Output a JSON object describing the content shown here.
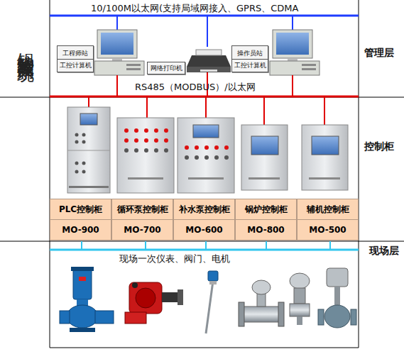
{
  "diagram": {
    "title": "锅炉房智能控制系统",
    "nodes": [
      {
        "text": [
          "工程师站",
          "工控计算机"
        ]
      },
      {
        "text": [
          "网络打印机"
        ]
      },
      {
        "text": [
          "操作员站",
          "工控计算机"
        ]
      },
      {
        "text": [
          "PLC控制柜"
        ]
      },
      {
        "text": [
          "循环泵控制柜"
        ]
      },
      {
        "text": [
          "补水泵控制柜"
        ]
      },
      {
        "text": [
          "锅炉控制柜"
        ]
      },
      {
        "text": [
          "辅机控制柜"
        ]
      },
      {
        "text": [
          "MO-900"
        ]
      },
      {
        "text": [
          "MO-700"
        ]
      },
      {
        "text": [
          "MO-600"
        ]
      },
      {
        "text": [
          "MO-800"
        ]
      },
      {
        "text": [
          "MO-500"
        ]
      }
    ],
    "labels": [
      "10/100M以太网(支持局域网接入、GPRS、CDMA",
      "管理层",
      "RS485（MODBUS）/以太网",
      "控制柜",
      "现场层",
      "现场一次仪表、阀门、电机"
    ]
  }
}
